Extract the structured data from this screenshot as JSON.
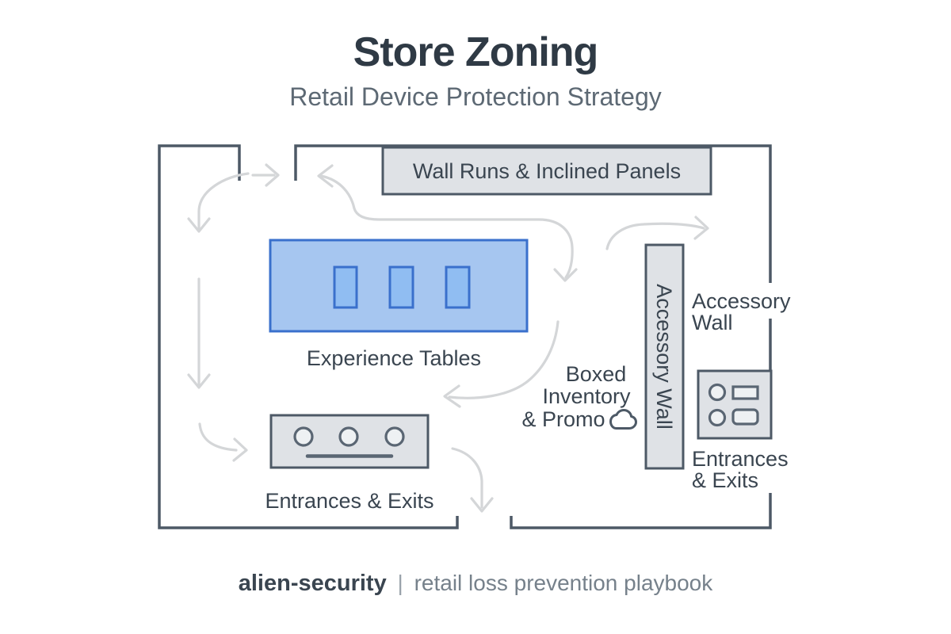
{
  "header": {
    "title": "Store Zoning",
    "subtitle": "Retail Device Protection Strategy"
  },
  "zones": {
    "wall_runs": {
      "label": "Wall Runs & Inclined Panels"
    },
    "experience_tables": {
      "label": "Experience Tables",
      "table_count": 3
    },
    "accessory_wall": {
      "wall_text": "Accessory Wall",
      "side_label_line1": "Accessory",
      "side_label_line2": "Wall"
    },
    "boxed_inventory": {
      "line1": "Boxed",
      "line2": "Inventory",
      "line3": "& Promo"
    },
    "entrances_main": {
      "label": "Entrances & Exits"
    },
    "entrances_side": {
      "line1": "Entrances",
      "line2": "& Exits"
    }
  },
  "icons": {
    "promo_icon": "cloud-icon",
    "entrance_fixtures": [
      "circle",
      "circle",
      "circle"
    ],
    "side_fixtures": [
      "circle",
      "rectangle",
      "circle",
      "rounded-rectangle"
    ]
  },
  "footer": {
    "brand": "alien-security",
    "separator": "|",
    "tagline": "retail loss prevention playbook"
  },
  "colors": {
    "background": "#ffffff",
    "wall": "#4d5966",
    "zone_gray_fill": "#dfe2e6",
    "table_blue_fill": "#a6c6f0",
    "table_blue_border": "#3a70cc",
    "device_blue_fill": "#90bdf2",
    "arrow_gray": "#d4d6d8",
    "text_dark": "#2f3a45",
    "text_gray": "#5d6974"
  }
}
